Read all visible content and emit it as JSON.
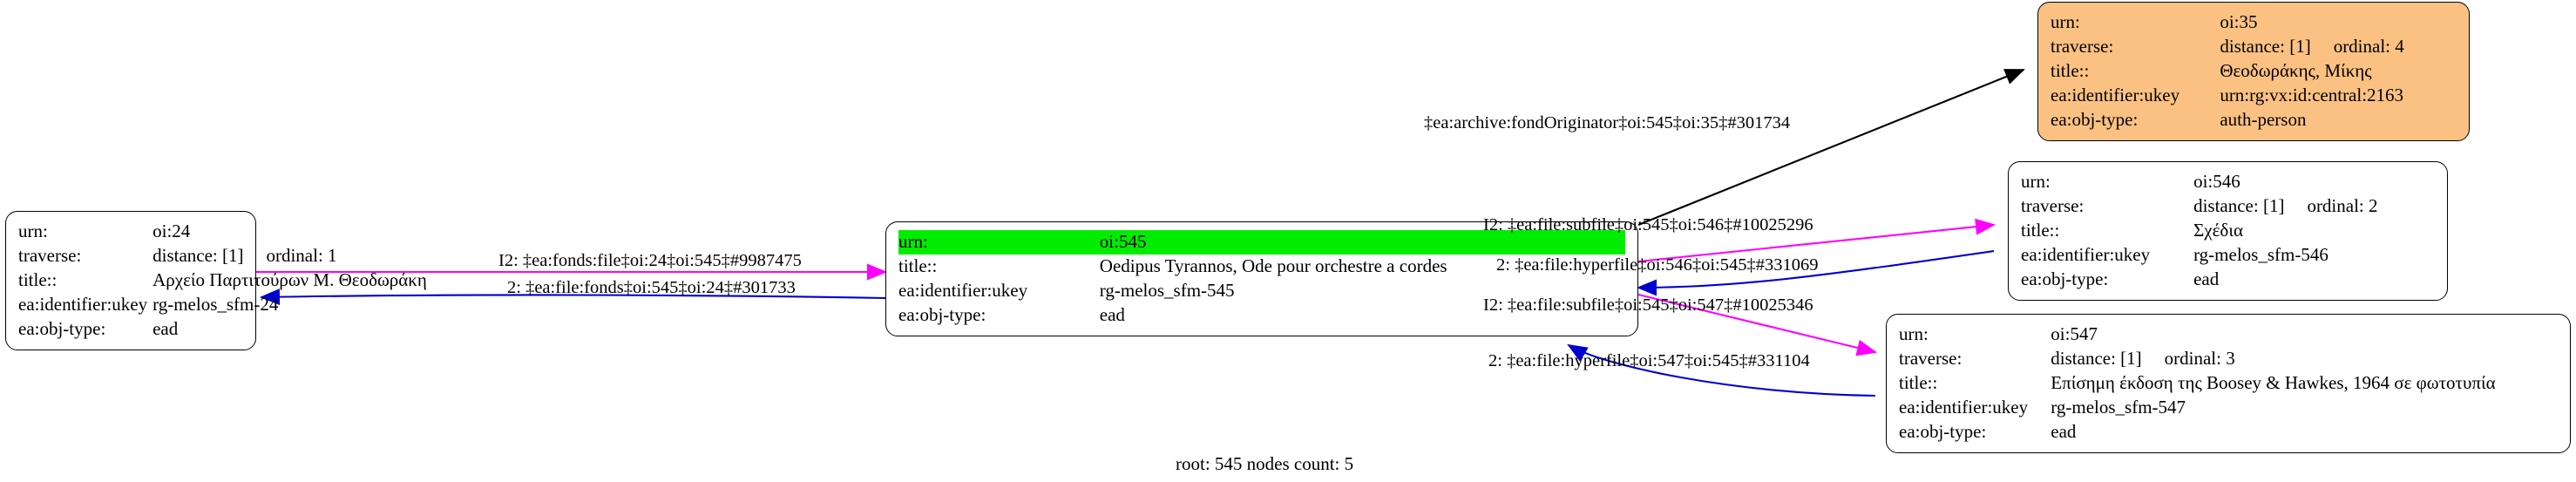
{
  "graph": {
    "footer": "root: 545 nodes count: 5",
    "field_labels": {
      "urn": "urn:",
      "traverse": "traverse:",
      "title": "title::",
      "ukey": "ea:identifier:ukey",
      "objtype": "ea:obj-type:"
    },
    "colors": {
      "root_highlight": "#00ed00",
      "person_node_fill": "#fbc183",
      "edge_magenta": "#ff00ff",
      "edge_blue": "#0000d0",
      "edge_black": "#000000",
      "node_border": "#000000"
    },
    "nodes": [
      {
        "id": "oi24",
        "urn": "oi:24",
        "traverse": "distance: [1]",
        "ordinal": "ordinal: 1",
        "title": "Αρχείο Παρτιτούρων Μ. Θεοδωράκη",
        "ukey": "rg-melos_sfm-24",
        "objtype": "ead"
      },
      {
        "id": "oi545",
        "urn": "oi:545",
        "title": "Oedipus Tyrannos, Ode pour orchestre a cordes",
        "ukey": "rg-melos_sfm-545",
        "objtype": "ead"
      },
      {
        "id": "oi35",
        "urn": "oi:35",
        "traverse": "distance: [1]",
        "ordinal": "ordinal: 4",
        "title": "Θεοδωράκης, Μίκης",
        "ukey": "urn:rg:vx:id:central:2163",
        "objtype": "auth-person"
      },
      {
        "id": "oi546",
        "urn": "oi:546",
        "traverse": "distance: [1]",
        "ordinal": "ordinal: 2",
        "title": "Σχέδια",
        "ukey": "rg-melos_sfm-546",
        "objtype": "ead"
      },
      {
        "id": "oi547",
        "urn": "oi:547",
        "traverse": "distance: [1]",
        "ordinal": "ordinal: 3",
        "title": "Επίσημη έκδοση της Boosey & Hawkes, 1964 σε φωτοτυπία",
        "ukey": "rg-melos_sfm-547",
        "objtype": "ead"
      }
    ],
    "edges": [
      {
        "id": "e1",
        "label": "I2: ‡ea:fonds:file‡oi:24‡oi:545‡#9987475"
      },
      {
        "id": "e2",
        "label": "2: ‡ea:file:fonds‡oi:545‡oi:24‡#301733"
      },
      {
        "id": "e3",
        "label": "‡ea:archive:fondOriginator‡oi:545‡oi:35‡#301734"
      },
      {
        "id": "e4",
        "label": "I2: ‡ea:file:subfile‡oi:545‡oi:546‡#10025296"
      },
      {
        "id": "e5",
        "label": "2: ‡ea:file:hyperfile‡oi:546‡oi:545‡#331069"
      },
      {
        "id": "e6",
        "label": "I2: ‡ea:file:subfile‡oi:545‡oi:547‡#10025346"
      },
      {
        "id": "e7",
        "label": "2: ‡ea:file:hyperfile‡oi:547‡oi:545‡#331104"
      }
    ]
  }
}
